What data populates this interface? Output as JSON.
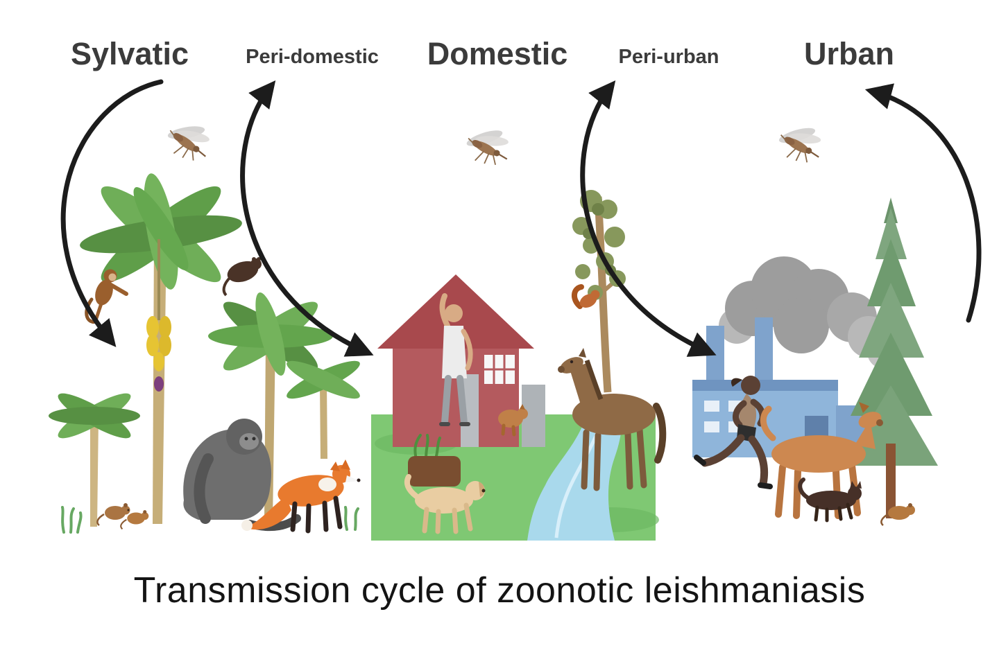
{
  "title": "Transmission cycle of zoonotic leishmaniasis",
  "zones": [
    {
      "id": "sylvatic",
      "label": "Sylvatic",
      "tier": "major"
    },
    {
      "id": "peri-domestic",
      "label": "Peri-domestic",
      "tier": "minor"
    },
    {
      "id": "domestic",
      "label": "Domestic",
      "tier": "major"
    },
    {
      "id": "peri-urban",
      "label": "Peri-urban",
      "tier": "minor"
    },
    {
      "id": "urban",
      "label": "Urban",
      "tier": "major"
    }
  ],
  "scenes": {
    "sylvatic": {
      "elements": [
        "sandfly",
        "banana-trees",
        "banana-bunch",
        "monkey",
        "dark-monkey",
        "sloth",
        "fox",
        "rodents",
        "grass"
      ]
    },
    "domestic": {
      "elements": [
        "sandfly",
        "house",
        "person-stretching",
        "planter",
        "dog",
        "small-dog",
        "horse",
        "river",
        "lawn",
        "tall-tree",
        "squirrel"
      ]
    },
    "urban": {
      "elements": [
        "sandfly",
        "factory",
        "smoke",
        "jogging-woman",
        "dog",
        "cat",
        "rodent",
        "pine-tree"
      ]
    }
  },
  "colors": {
    "label_text": "#3b3b3b",
    "title_text": "#141414",
    "arrow": "#1c1c1c",
    "foliage_green": "#5f9e49",
    "banana_yellow": "#e6c433",
    "house_red": "#b45a5e",
    "lawn_green": "#7fc873",
    "river_blue": "#a9d9ec",
    "factory_blue": "#8fb5da",
    "smoke_gray": "#9d9d9d",
    "fox_orange": "#e87a2e",
    "pine_green": "#6f9b6f"
  }
}
